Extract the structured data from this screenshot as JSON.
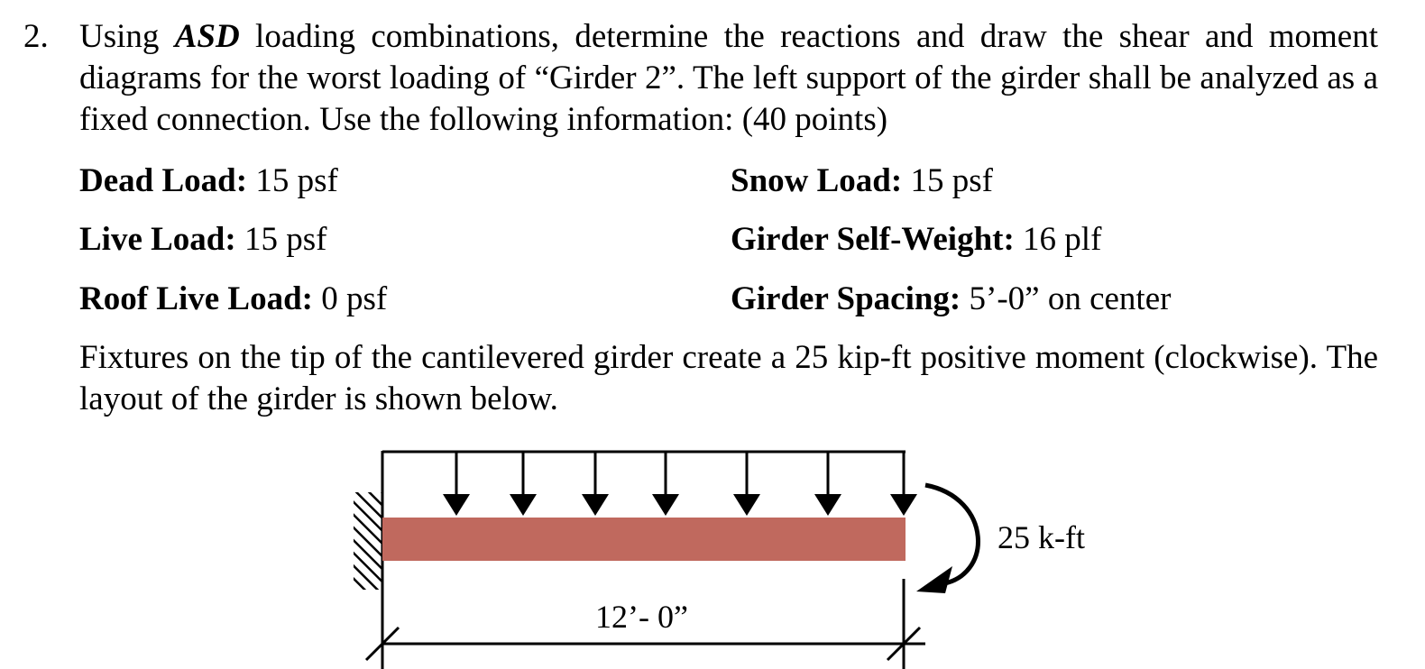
{
  "problem": {
    "number": "2.",
    "intro_prefix": "Using ",
    "intro_emphasis": "ASD",
    "intro_suffix": " loading combinations, determine the reactions and draw the shear and moment diagrams for the worst loading of “Girder 2”. The left support of the girder shall be analyzed as a fixed connection.  Use the following information: (40 points)",
    "loads": [
      {
        "label": "Dead Load:",
        "value": " 15 psf"
      },
      {
        "label": "Snow Load:",
        "value": " 15 psf"
      },
      {
        "label": "Live Load:",
        "value": " 15 psf"
      },
      {
        "label": "Girder Self-Weight:",
        "value": " 16 plf"
      },
      {
        "label": "Roof Live Load:",
        "value": " 0 psf"
      },
      {
        "label": "Girder Spacing:",
        "value": " 5’-0” on center"
      }
    ],
    "note": "Fixtures on the tip of the cantilevered girder create a 25 kip-ft positive moment (clockwise). The layout of the girder is shown below."
  },
  "diagram": {
    "moment_label": "25 k-ft",
    "span_label": "12’- 0”",
    "beam_color": "#c0695e",
    "arrow_count": 7
  }
}
